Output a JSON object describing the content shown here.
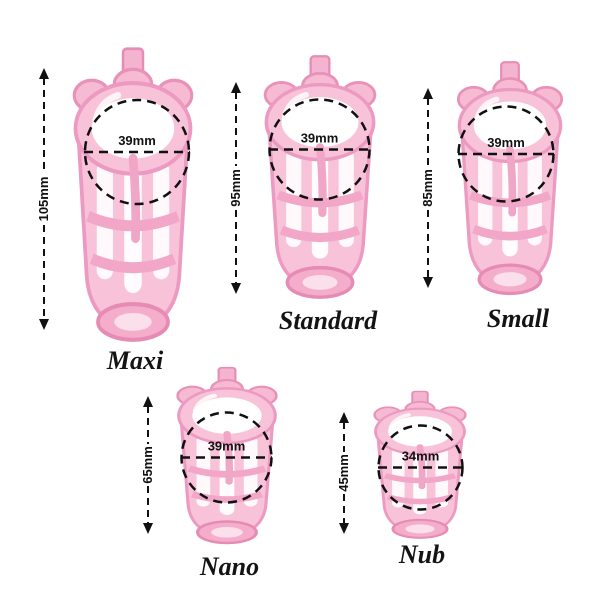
{
  "colors": {
    "cage_pink": "#f8c3d8",
    "cage_edge_pink": "#ec9ac2",
    "annotation_black": "#111111",
    "background": "#ffffff"
  },
  "items": [
    {
      "name": "Maxi",
      "length": "105mm",
      "diameter": "39mm"
    },
    {
      "name": "Standard",
      "length": "95mm",
      "diameter": "39mm"
    },
    {
      "name": "Small",
      "length": "85mm",
      "diameter": "39mm"
    },
    {
      "name": "Nano",
      "length": "65mm",
      "diameter": "39mm"
    },
    {
      "name": "Nub",
      "length": "45mm",
      "diameter": "34mm"
    }
  ]
}
